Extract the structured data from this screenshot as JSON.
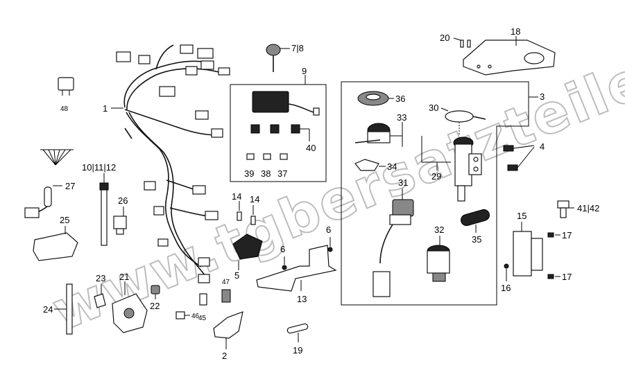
{
  "watermark": "www.tgbersatzteile.de",
  "labels": {
    "p1": "1",
    "p2": "2",
    "p3": "3",
    "p4": "4",
    "p5": "5",
    "p6a": "6",
    "p6b": "6",
    "p7_8": "7|8",
    "p9": "9",
    "p10_12": "10|11|12",
    "p13": "13",
    "p14a": "14",
    "p14b": "14",
    "p15": "15",
    "p16": "16",
    "p17a": "17",
    "p17b": "17",
    "p18": "18",
    "p19": "19",
    "p20": "20",
    "p21": "21",
    "p22": "22",
    "p23": "23",
    "p24": "24",
    "p25": "25",
    "p26": "26",
    "p27": "27",
    "p29": "29",
    "p30": "30",
    "p31": "31",
    "p32": "32",
    "p33": "33",
    "p34": "34",
    "p35": "35",
    "p36": "36",
    "p37": "37",
    "p38": "38",
    "p39": "39",
    "p40": "40",
    "p41_42": "41|42",
    "p45": "45",
    "p46": "46",
    "p47": "47",
    "p48": "48"
  }
}
